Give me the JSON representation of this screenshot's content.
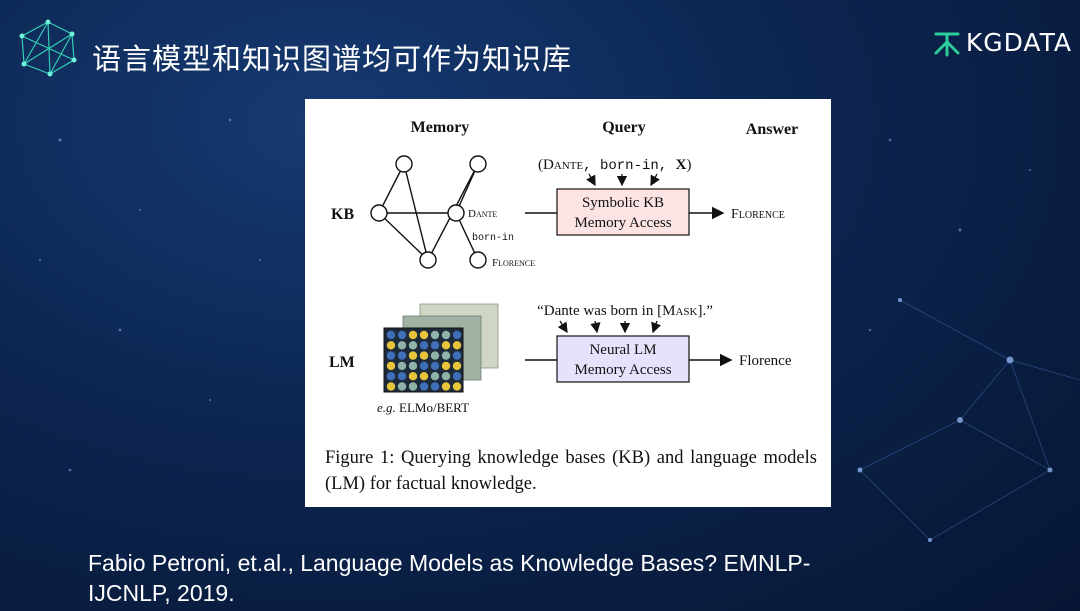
{
  "slide": {
    "title": "语言模型和知识图谱均可作为知识库",
    "brand": "KGDATA",
    "citation_line1": "Fabio Petroni, et.al., Language Models as Knowledge Bases? EMNLP-",
    "citation_line2": "IJCNLP, 2019."
  },
  "figure": {
    "header_memory": "Memory",
    "header_query": "Query",
    "header_answer": "Answer",
    "kb_label": "KB",
    "lm_label": "LM",
    "kb_node_dante": "Dante",
    "kb_edge_born_in": "born-in",
    "kb_node_florence": "Florence",
    "kb_query_open": "(",
    "kb_query_entity": "Dante",
    "kb_query_relation": ", born-in, ",
    "kb_query_var": "X",
    "kb_query_close": ")",
    "kb_box_line1": "Symbolic KB",
    "kb_box_line2": "Memory Access",
    "kb_answer": "Florence",
    "lm_query_prefix": "“Dante was born in [",
    "lm_query_mask": "Mask",
    "lm_query_suffix": "].”",
    "lm_box_line1": "Neural LM",
    "lm_box_line2": "Memory Access",
    "lm_answer": "Florence",
    "lm_example_eg": "e.g.",
    "lm_example_models": " ELMo/BERT",
    "caption": "Figure 1: Querying knowledge bases (KB) and language models (LM) for factual knowledge."
  },
  "colors": {
    "kb_box_fill": "#fde4e4",
    "lm_box_fill": "#e6e2fb",
    "grid_dark": "#1d2a3a",
    "dot_blue": "#3f6fb8",
    "dot_yellow": "#e8c43a",
    "dot_teal": "#8fb3a8",
    "accent_green": "#2ecc9a"
  }
}
